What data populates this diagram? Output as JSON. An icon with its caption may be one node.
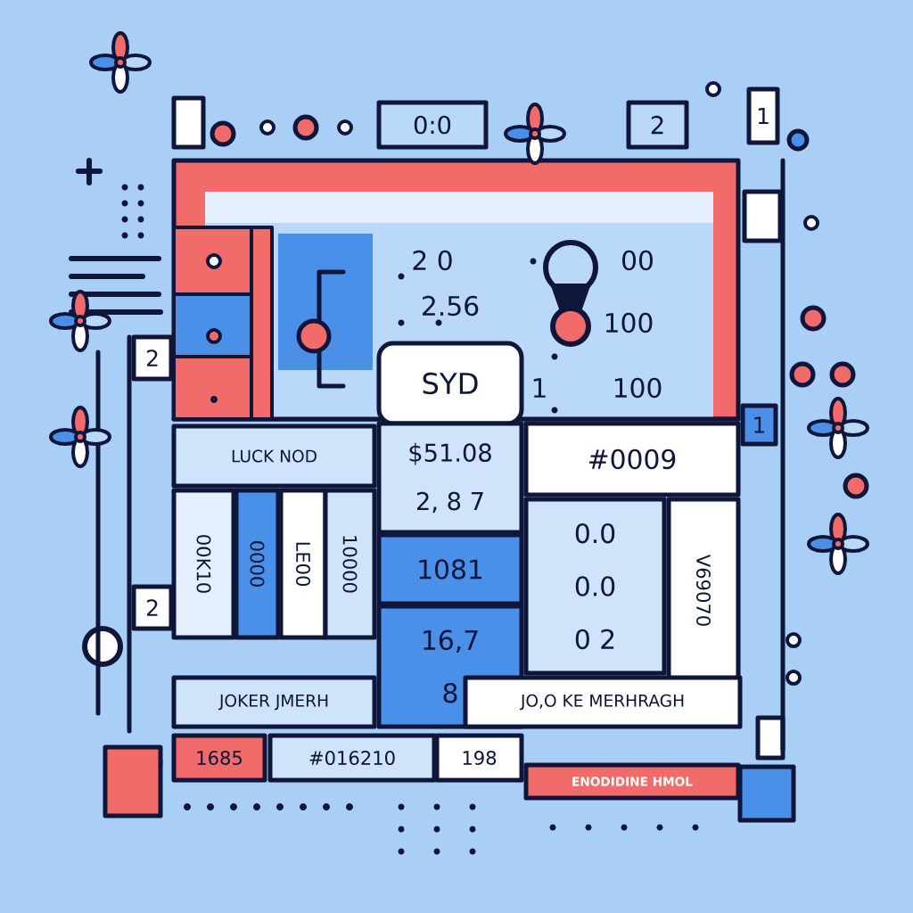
{
  "diagram": {
    "nodes": [
      {
        "text": [
          "0:0"
        ]
      },
      {
        "text": [
          "2"
        ]
      },
      {
        "text": [
          "1"
        ]
      },
      {
        "text": [
          "2"
        ]
      },
      {
        "text": [
          "SYD"
        ]
      },
      {
        "text": [
          "1"
        ]
      },
      {
        "text": [
          "LUCK NOD"
        ]
      },
      {
        "text": [
          "$51.08",
          "2, 8 7"
        ]
      },
      {
        "text": [
          "#0009"
        ]
      },
      {
        "text": [
          "00K10"
        ]
      },
      {
        "text": [
          "0000"
        ]
      },
      {
        "text": [
          "LE00"
        ]
      },
      {
        "text": [
          "10000"
        ]
      },
      {
        "text": [
          "1081"
        ]
      },
      {
        "text": [
          "0.0",
          "0.0",
          "0 2"
        ]
      },
      {
        "text": [
          "V69070"
        ]
      },
      {
        "text": [
          "2"
        ]
      },
      {
        "text": [
          "16,7",
          "8"
        ]
      },
      {
        "text": [
          "JOKER JMERH"
        ]
      },
      {
        "text": [
          "JO,O KE MERHRAGH"
        ]
      },
      {
        "text": [
          "1685"
        ]
      },
      {
        "text": [
          "#016210"
        ]
      },
      {
        "text": [
          "198"
        ]
      },
      {
        "text": [
          "ENODIDINE HMOL"
        ]
      }
    ],
    "labels": [
      "2 0",
      "00",
      "2.56",
      "100",
      "1",
      "100"
    ]
  }
}
